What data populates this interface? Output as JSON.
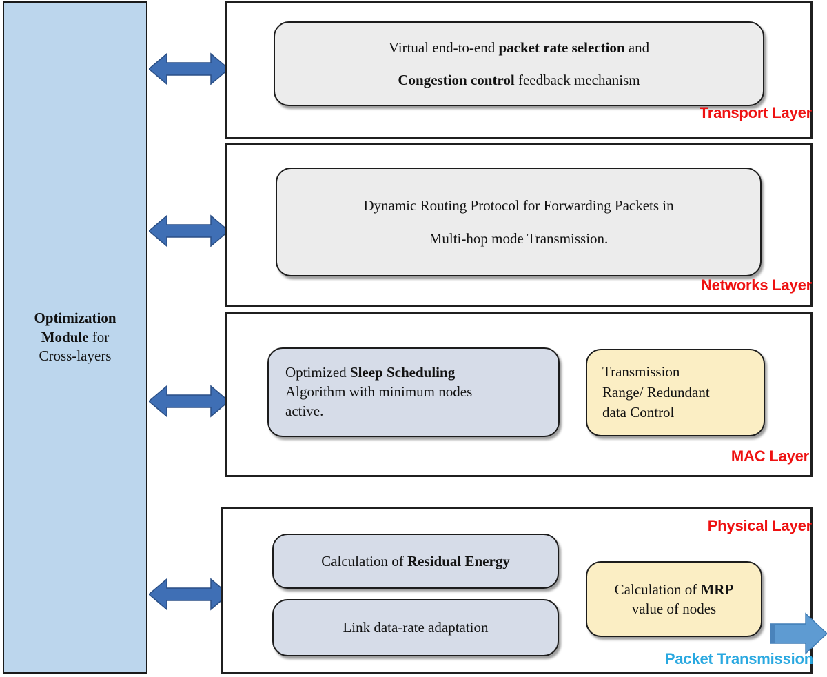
{
  "module": {
    "name": "optimization-module",
    "title_bold": "Optimization Module",
    "title_rest": " for",
    "title_line2": "Cross-layers",
    "fill_color": "#bcd6ed"
  },
  "layers": [
    {
      "id": "transport",
      "label": "Transport Layer",
      "label_color": "#ee1111",
      "boxes": [
        {
          "id": "transport-description",
          "fill": "#ececec",
          "lines": [
            {
              "pre": "Virtual end-to-end ",
              "bold": "packet rate selection",
              "post": " and"
            },
            {
              "pre": "",
              "bold": "Congestion control",
              "post": " feedback mechanism"
            }
          ]
        }
      ]
    },
    {
      "id": "networks",
      "label": "Networks Layer",
      "label_color": "#ee1111",
      "boxes": [
        {
          "id": "networks-description",
          "fill": "#ececec",
          "lines": [
            {
              "pre": "Dynamic Routing Protocol for Forwarding Packets in",
              "bold": "",
              "post": ""
            },
            {
              "pre": "Multi-hop mode Transmission.",
              "bold": "",
              "post": ""
            }
          ]
        }
      ]
    },
    {
      "id": "mac",
      "label": "MAC Layer",
      "label_color": "#ee1111",
      "boxes": [
        {
          "id": "sleep-scheduling",
          "fill": "#d6dce8",
          "lines": [
            {
              "pre": "Optimized ",
              "bold": "Sleep Scheduling",
              "post": ""
            },
            {
              "pre": "Algorithm with minimum nodes",
              "bold": "",
              "post": ""
            },
            {
              "pre": "active.",
              "bold": "",
              "post": ""
            }
          ]
        },
        {
          "id": "transmission-range",
          "fill": "#fbeec4",
          "lines": [
            {
              "pre": "Transmission",
              "bold": "",
              "post": ""
            },
            {
              "pre": "Range/ Redundant",
              "bold": "",
              "post": ""
            },
            {
              "pre": "data Control",
              "bold": "",
              "post": ""
            }
          ]
        }
      ]
    },
    {
      "id": "physical",
      "label": "Physical Layer",
      "label_color": "#ee1111",
      "boxes": [
        {
          "id": "residual-energy",
          "fill": "#d6dce8",
          "lines": [
            {
              "pre": "Calculation of ",
              "bold": "Residual Energy",
              "post": ""
            }
          ]
        },
        {
          "id": "link-data-rate",
          "fill": "#d6dce8",
          "lines": [
            {
              "pre": "Link data-rate adaptation",
              "bold": "",
              "post": ""
            }
          ]
        },
        {
          "id": "mrp-value",
          "fill": "#fbeec4",
          "lines": [
            {
              "pre": "Calculation of ",
              "bold": "MRP",
              "post": ""
            },
            {
              "pre": "value of nodes",
              "bold": "",
              "post": ""
            }
          ]
        }
      ]
    }
  ],
  "output": {
    "packet_label": "Packet Transmission",
    "packet_label_color": "#29a8e0",
    "arrow_icon": "right-arrow-icon",
    "arrow_color": "#4d90cd"
  },
  "connectors": {
    "icon": "double-headed-arrow-icon",
    "color": "#3f6fb5",
    "count": 4
  }
}
